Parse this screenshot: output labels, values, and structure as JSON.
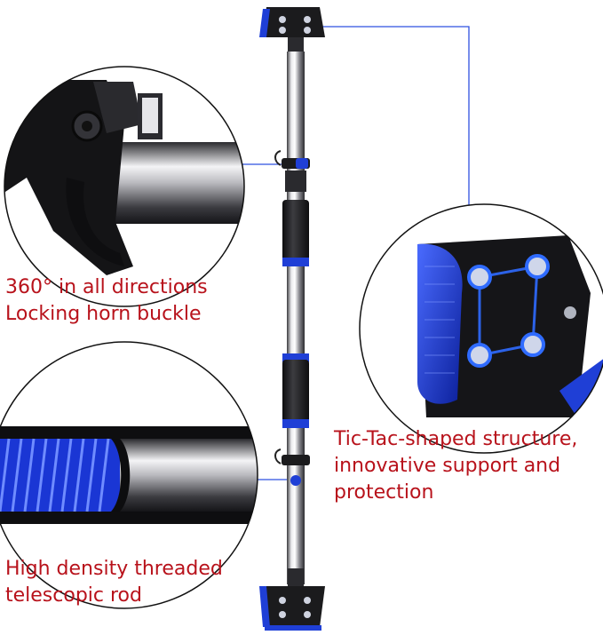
{
  "colors": {
    "caption_text": "#b8121b",
    "accent_blue": "#1f3fd6",
    "callout_line": "#2f50e0",
    "chrome_dark": "#1b1b1d",
    "circle_outline": "#111111"
  },
  "captions": {
    "buckle": {
      "line1": "360° in all directions",
      "line2": "Locking horn buckle"
    },
    "tictac": {
      "line1": "Tic-Tac-shaped structure,",
      "line2": "innovative support and",
      "line3": "protection"
    },
    "rod": {
      "line1": "High density threaded",
      "line2": "telescopic rod"
    }
  }
}
